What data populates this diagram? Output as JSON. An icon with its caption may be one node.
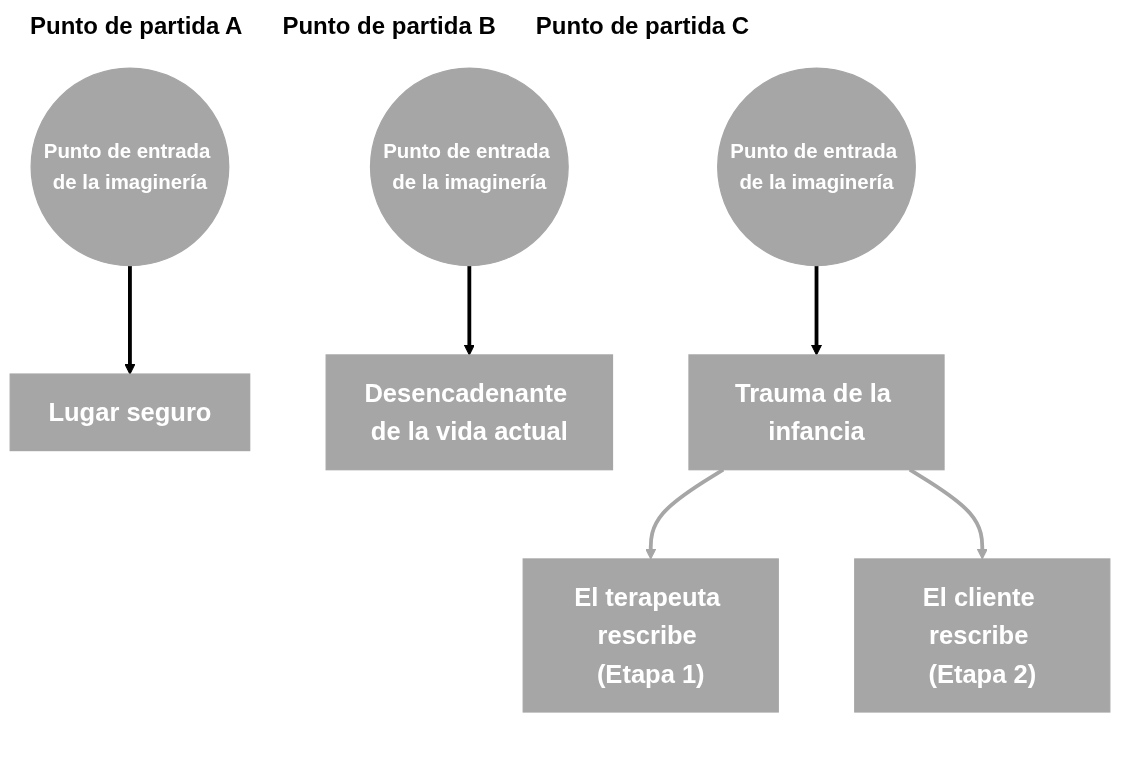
{
  "diagram": {
    "nodes": [
      {
        "text": [
          "Punto de entrada de la imaginería"
        ]
      },
      {
        "text": [
          "Punto de entrada de la imaginería"
        ]
      },
      {
        "text": [
          "Punto de entrada de la imaginería"
        ]
      },
      {
        "text": [
          "Lugar seguro"
        ]
      },
      {
        "text": [
          "Desencadenante de la vida actual"
        ]
      },
      {
        "text": [
          "Trauma de la infancia"
        ]
      },
      {
        "text": [
          "El terapeuta rescribe (Etapa 1)"
        ]
      },
      {
        "text": [
          "El cliente rescribe (Etapa 2)"
        ]
      }
    ],
    "edges": [
      {
        "from": 0,
        "to": 3,
        "arrow": "to"
      },
      {
        "from": 1,
        "to": 4,
        "arrow": "to"
      },
      {
        "from": 2,
        "to": 5,
        "arrow": "to"
      },
      {
        "from": 5,
        "to": 6,
        "arrow": "to",
        "color": "#a6a6a6"
      },
      {
        "from": 5,
        "to": 7,
        "arrow": "to",
        "color": "#a6a6a6"
      }
    ],
    "labels": [
      "Punto de partida A",
      "Punto de partida B",
      "Punto de partida C"
    ]
  }
}
